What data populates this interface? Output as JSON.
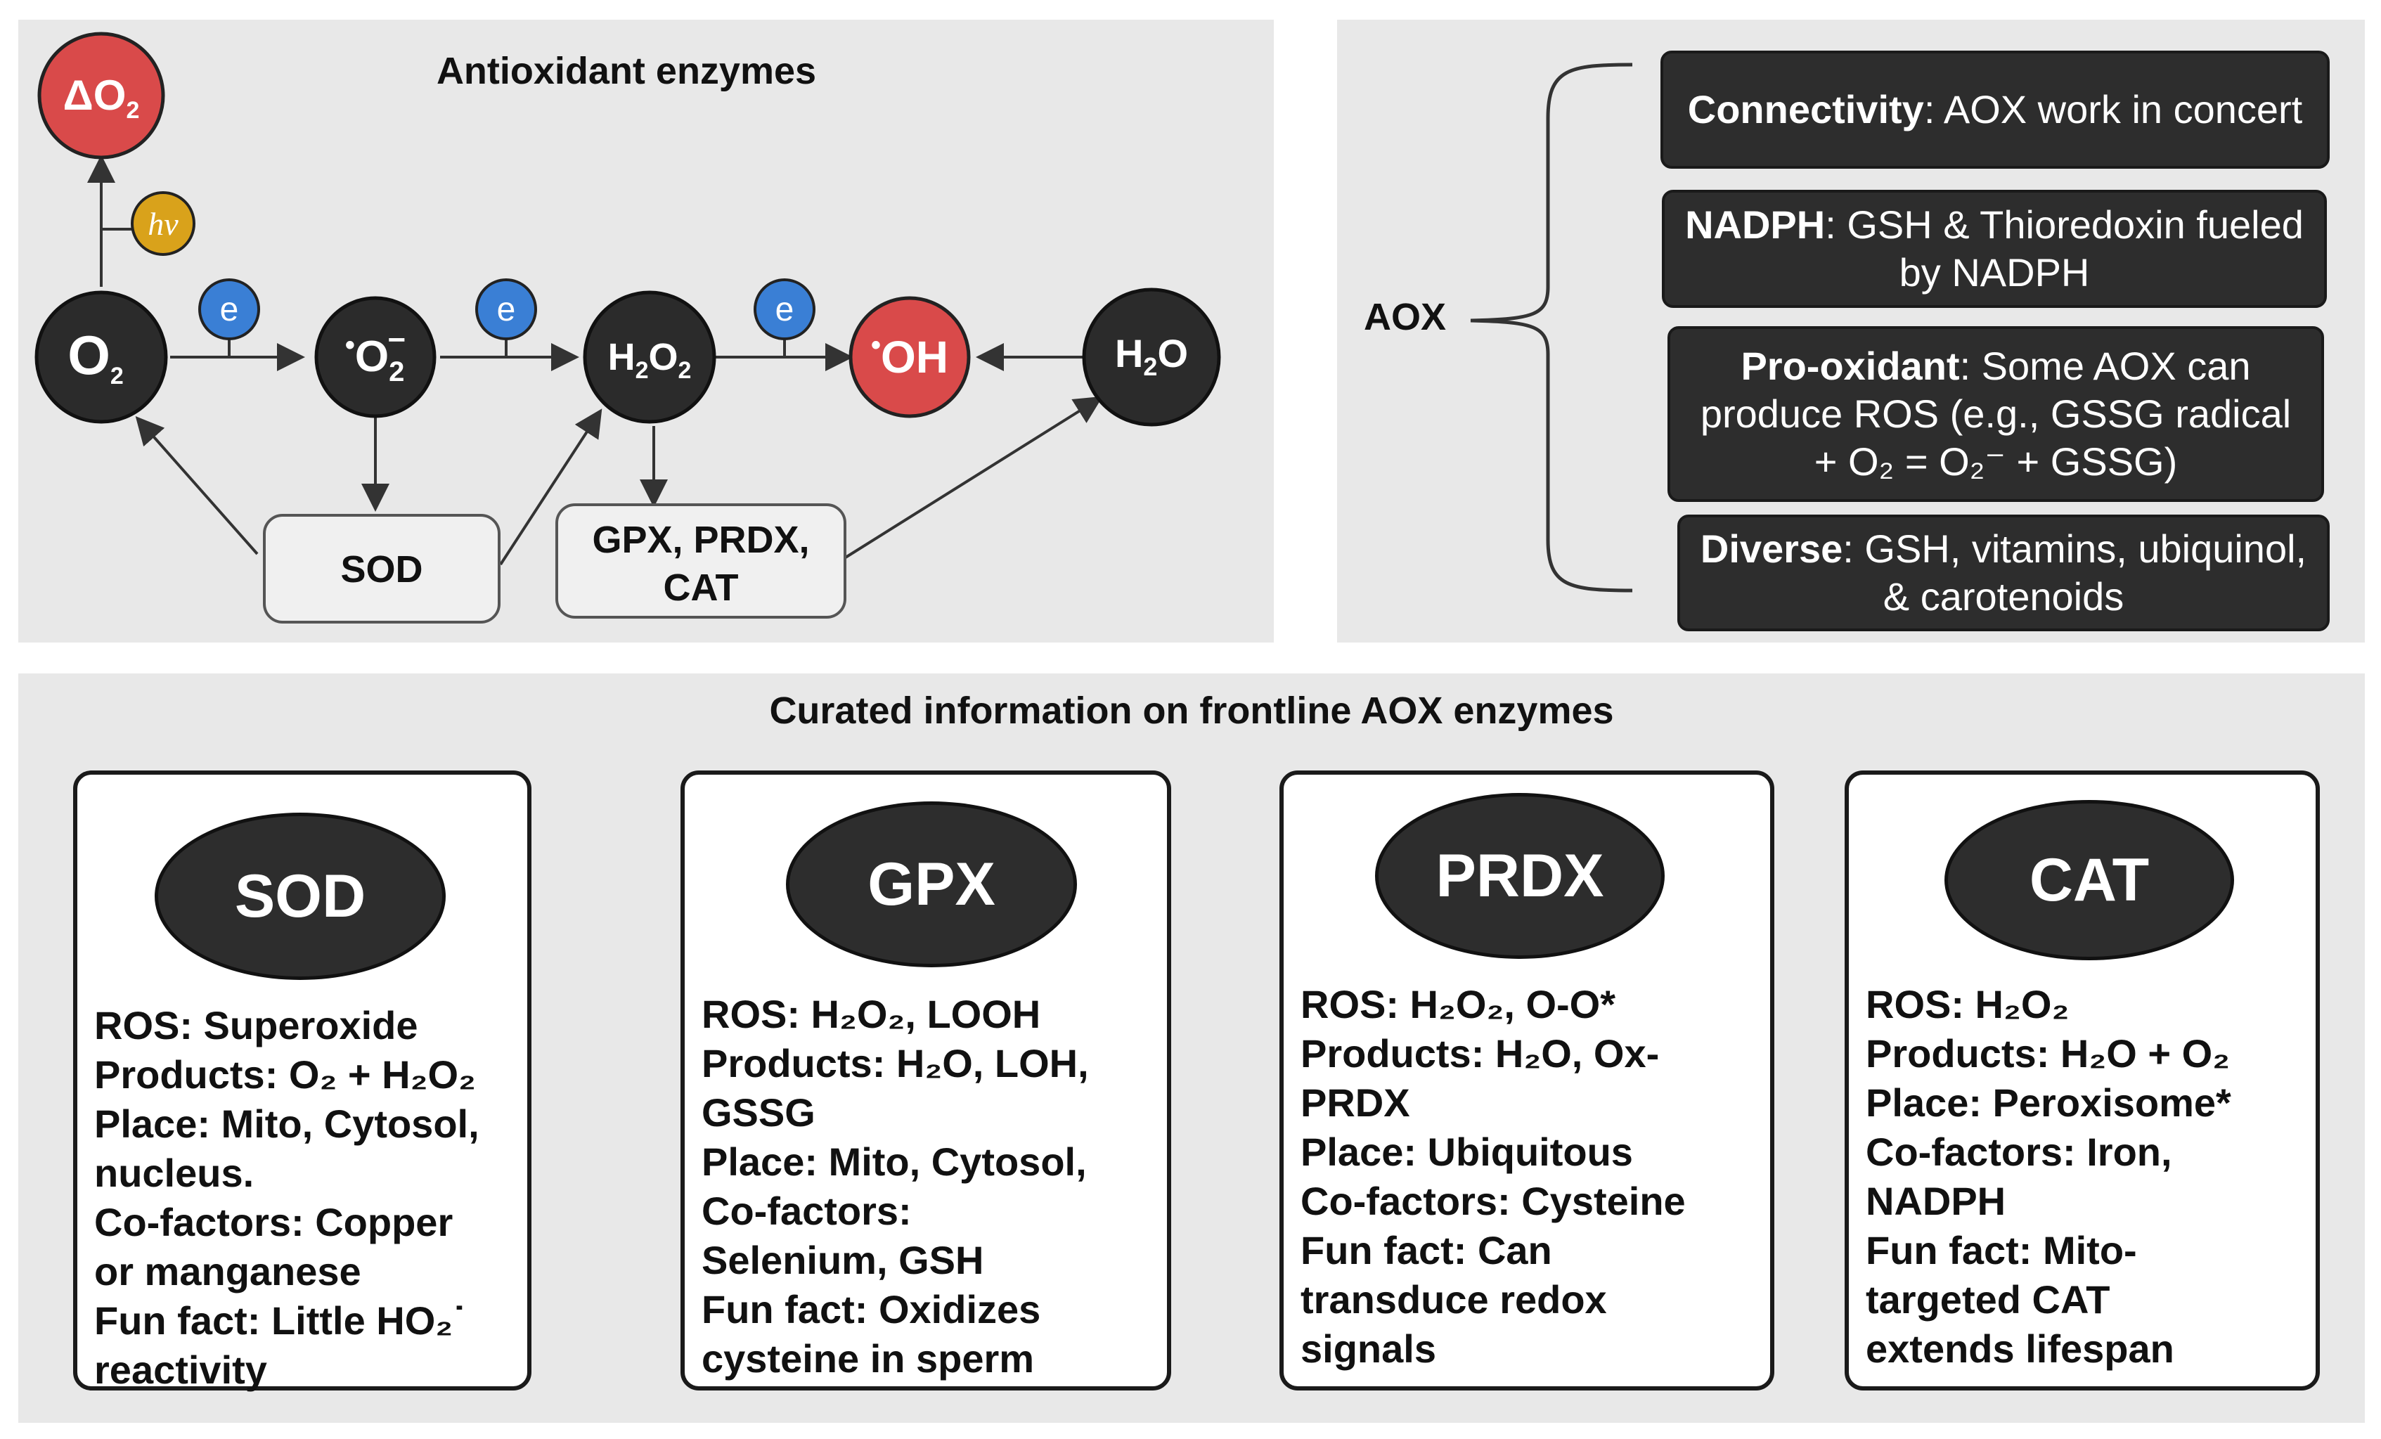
{
  "enzymes_panel": {
    "title": "Antioxidant enzymes",
    "nodes": {
      "delta_o2": "ΔO2",
      "hv": "hv",
      "o2": "O2",
      "superoxide": "•O2−",
      "h2o2": "H2O2",
      "oh": "•OH",
      "h2o": "H2O",
      "electron": "e"
    },
    "enzyme_boxes": {
      "sod": "SOD",
      "gpx_line1": "GPX, PRDX,",
      "gpx_line2": "CAT"
    },
    "colors": {
      "node_dark": "#2b2b2b",
      "node_red": "#d94a4a",
      "electron_blue": "#3a7fd5",
      "hv_gold": "#d9a21b"
    }
  },
  "aox_panel": {
    "label": "AOX",
    "boxes": [
      {
        "bold": "Connectivity",
        "text": ": AOX work in concert"
      },
      {
        "bold": "NADPH",
        "text": ": GSH & Thioredoxin fueled by NADPH"
      },
      {
        "bold": "Pro-oxidant",
        "text": ": Some AOX can produce ROS (e.g., GSSG radical + O₂ = O₂⁻ + GSSG)"
      },
      {
        "bold": "Diverse",
        "text": ": GSH, vitamins, ubiquinol, & carotenoids"
      }
    ]
  },
  "curated_panel": {
    "title": "Curated information on frontline AOX enzymes",
    "cards": [
      {
        "name": "SOD",
        "lines": [
          "ROS: Superoxide",
          "Products: O₂ + H₂O₂",
          "Place: Mito, Cytosol,",
          "nucleus.",
          "Co-factors: Copper",
          "or manganese",
          "Fun fact: Little HO₂˙",
          "reactivity"
        ]
      },
      {
        "name": "GPX",
        "lines": [
          "ROS: H₂O₂, LOOH",
          "Products: H₂O, LOH,",
          "GSSG",
          "Place: Mito, Cytosol,",
          "Co-factors:",
          "Selenium, GSH",
          "Fun fact: Oxidizes",
          "cysteine in sperm"
        ]
      },
      {
        "name": "PRDX",
        "lines": [
          "ROS: H₂O₂, O-O*",
          "Products: H₂O, Ox-",
          "PRDX",
          "Place: Ubiquitous",
          "Co-factors: Cysteine",
          "Fun fact: Can",
          "transduce redox",
          "signals"
        ]
      },
      {
        "name": "CAT",
        "lines": [
          "ROS: H₂O₂",
          "Products: H₂O + O₂",
          "Place: Peroxisome*",
          "Co-factors: Iron,",
          "NADPH",
          "Fun fact: Mito-",
          "targeted CAT",
          "extends lifespan"
        ]
      }
    ]
  }
}
